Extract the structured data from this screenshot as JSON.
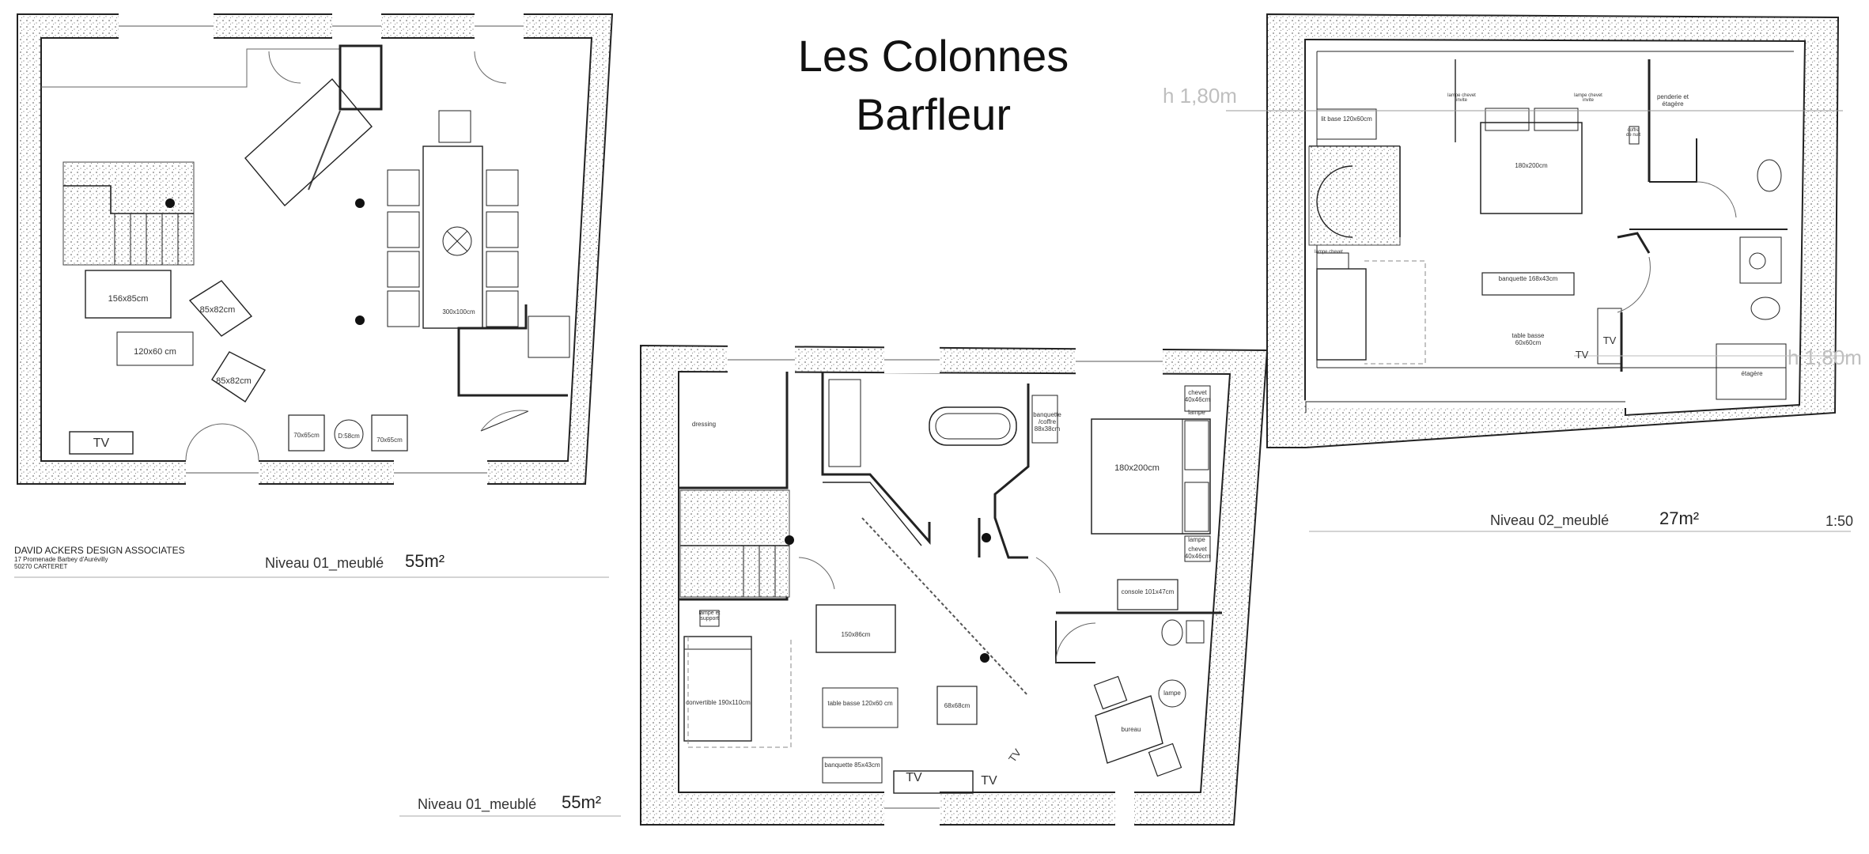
{
  "title": {
    "line1": "Les Colonnes",
    "line2": "Barfleur"
  },
  "firm": {
    "name": "DAVID ACKERS DESIGN ASSOCIATES",
    "address1": "17 Promenade Barbey d'Aurévilly",
    "address2": "50270 CARTERET"
  },
  "scale": "1:50",
  "heights": {
    "left": "h 1,80m",
    "right": "h 1,80m"
  },
  "plans": {
    "ground": {
      "level": "Niveau 01_meublé",
      "area": "55m²",
      "labels": {
        "sofa": "156x85cm",
        "armchair1": "85x82cm",
        "armchair2": "85x82cm",
        "coffee_table": "120x60 cm",
        "dining_table": "300x100cm",
        "chair1": "70x65cm",
        "side_table": "D:58cm",
        "chair2": "70x65cm",
        "tv": "TV"
      }
    },
    "first": {
      "level": "Niveau 01_meublé",
      "area": "55m²",
      "labels": {
        "dressing": "dressing",
        "banquette_coffre": "banquette /coffre 88x38cm",
        "chevet1": "chevet 40x46cm",
        "lampe1": "lampe",
        "bed": "180x200cm",
        "lampe2": "lampe",
        "chevet2": "chevet 40x46cm",
        "console": "console 101x47cm",
        "lampe_support": "lampe et support",
        "sofa": "150x86cm",
        "convertible": "convertible 190x110cm",
        "coffee_table": "table basse 120x60 cm",
        "pouf": "68x68cm",
        "lampe3": "lampe",
        "bureau": "bureau",
        "banquette": "banquette 85x43cm",
        "tv1": "TV",
        "tv2": "TV",
        "tv3": "TV"
      }
    },
    "second": {
      "level": "Niveau 02_meublé",
      "area": "27m²",
      "labels": {
        "lit_base": "lit base 120x60cm",
        "lampe_chevet1": "lampe chevet invite",
        "lampe_chevet2": "lampe chevet invite",
        "penderie": "penderie et étagère",
        "coffre": "coffre de nuit",
        "bed": "180x200cm",
        "banquette": "banquette 168x43cm",
        "table_basse": "table basse 60x60cm",
        "tv1": "TV",
        "tv2": "TV",
        "etagere": "étagère",
        "lampe_lit": "lampe chevet"
      }
    }
  },
  "colors": {
    "wall": "#222222",
    "hatch": "#888888",
    "line": "#555555",
    "dim": "#aaaaaa"
  }
}
